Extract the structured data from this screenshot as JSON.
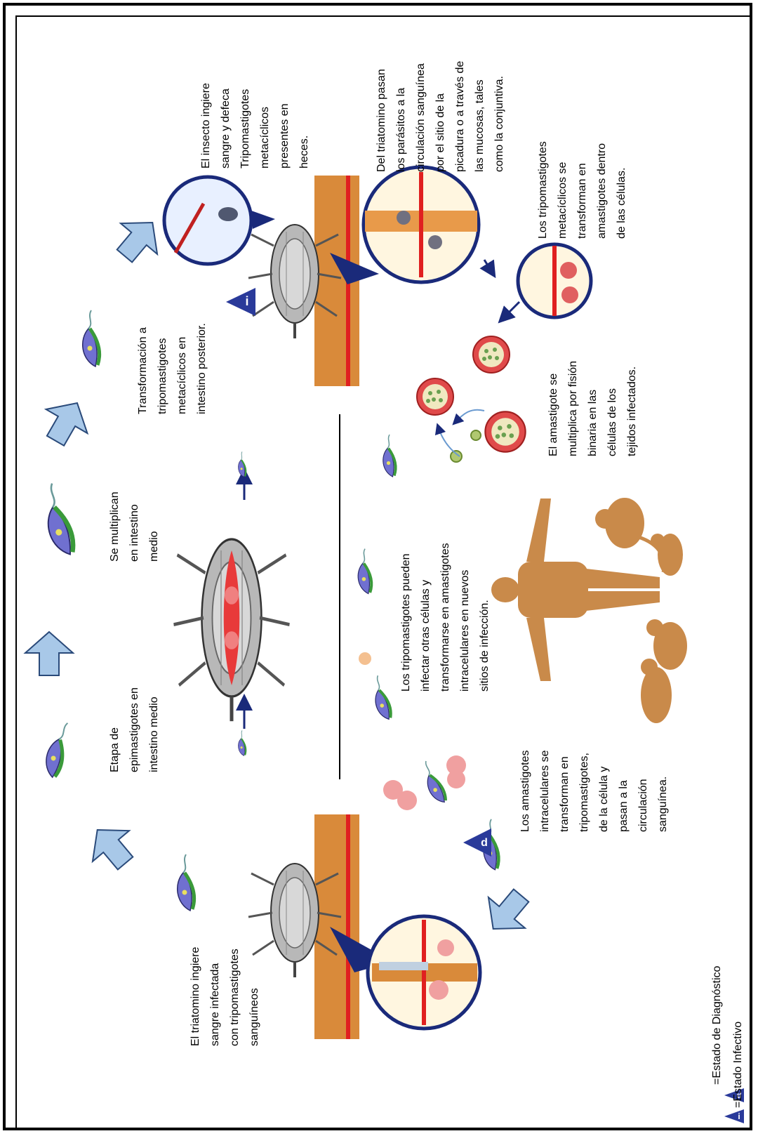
{
  "texts": {
    "t1": [
      "El triatomino ingiere",
      "sangre infectada",
      "con tripomastigotes",
      "sanguíneos"
    ],
    "t2": [
      "Etapa de",
      "epimastigotes en",
      "intestino medio"
    ],
    "t3": [
      "Se multiplican",
      "en intestino",
      "medio"
    ],
    "t4": [
      "Transformación a",
      "tripomastigotes",
      "metacíclicos en",
      "intestino posterior."
    ],
    "t5": [
      "El insecto ingiere",
      "sangre y defeca",
      "Tripomastigotes",
      "metacíclicos",
      "presentes en",
      "heces."
    ],
    "t6": [
      "Del triatomino pasan",
      "los parásitos a la",
      "circulación sanguínea",
      "por el sitio de la",
      "picadura o a través de",
      "las mucosas, tales",
      "como la conjuntiva."
    ],
    "t7": [
      "Los tripomastigotes",
      "metacíclicos se",
      "transforman en",
      "amastigotes dentro",
      "de las células."
    ],
    "t8": [
      "El amastigote se",
      "multiplica por fisión",
      "binaria en las",
      "células de los",
      "tejidos infectados."
    ],
    "t9": [
      "Los tripomastigotes pueden",
      "infectar otras células y",
      "transformarse en amastigotes",
      "intracelulares en nuevos",
      "sitios de infección."
    ],
    "t10": [
      "Los amastigotes",
      "intracelulares se",
      "transforman en",
      "tripomastigotes,",
      "de la célula y",
      "pasan a la",
      "circulación",
      "sanguínea."
    ]
  },
  "legend": {
    "infective_symbol": "i",
    "diagnostic_symbol": "d",
    "infective_label": "=Estado Infectivo",
    "diagnostic_label": "=Estado de Diagnóstico"
  },
  "colors": {
    "arrow_fill": "#a8c8e8",
    "arrow_stroke": "#2a4a7a",
    "triangle": "#2a3a9a",
    "skin": "#d98a3a",
    "blood_line": "#e02020",
    "human": "#c98a4a",
    "parasite": "#7070d0",
    "parasite_green": "#3a9a3a"
  }
}
